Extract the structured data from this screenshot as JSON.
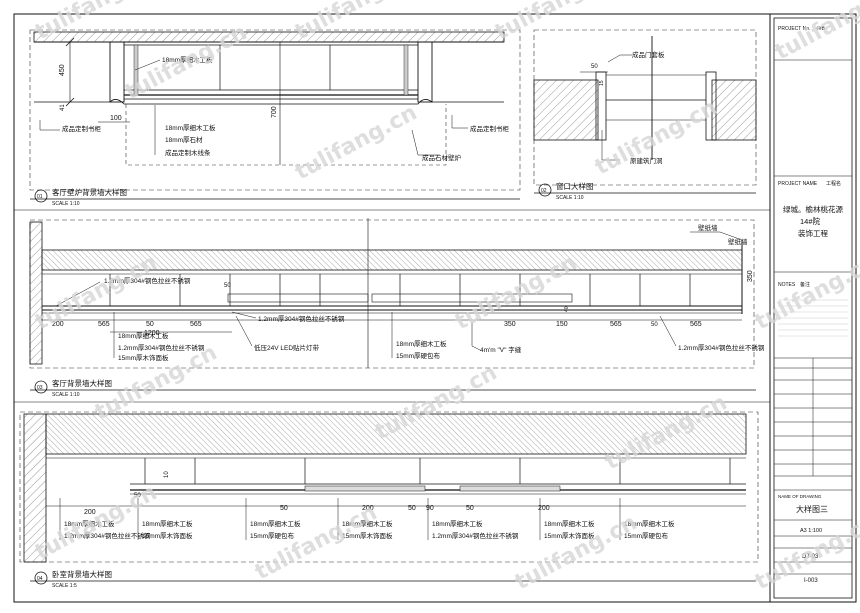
{
  "watermark": "tulifang.cn",
  "sheet": {
    "project_no_label": "PROJECT No.",
    "project_no_value": "4#B",
    "project_name_label": "PROJECT NAME",
    "project_name_value": "工程名",
    "project_title_lines": [
      "绿城。榆林桃花源",
      "14#院",
      "装饰工程"
    ],
    "notes_label": "NOTES",
    "notes_value": "备注",
    "drawing_name_label": "NAME OF DRAWING",
    "drawing_name_value": "大样图三",
    "scale_value": "A3  1:100",
    "drawing_no_value": "DT-03",
    "sheet_no_value": "I-003"
  },
  "details": {
    "fireplace": {
      "title": "客厅壁炉背景墙大样图",
      "number": "01",
      "scale": "SCALE 1:10",
      "labels": {
        "board_top": "18mm厚细木工板",
        "cabinet_left": "成品定制书柜",
        "cabinet_right": "成品定制书柜",
        "board_mid": "18mm厚细木工板",
        "stone": "18mm厚石材",
        "line": "成品定制木线条",
        "stone_fireplace": "成品石材壁炉"
      },
      "dims": {
        "h450": "450",
        "h700": "700",
        "w100": "100",
        "w41": "41"
      }
    },
    "door": {
      "title": "窗口大样图",
      "number": "02",
      "scale": "SCALE 1:10",
      "labels": {
        "door_cover": "成品门套板",
        "raw_opening": "原建筑门洞"
      },
      "dims": {
        "w50": "50",
        "w15": "15"
      }
    },
    "living_wall": {
      "title": "客厅背景墙大样图",
      "number": "03",
      "scale": "SCALE 1:10",
      "labels": {
        "wallpaper": "壁纸墙",
        "wallpaper_right": "壁纸墙",
        "steel_a": "1.2mm厚304#钢色拉丝不锈钢",
        "steel_b": "1.2mm厚304#钢色拉丝不锈钢",
        "steel_c": "1.2mm厚304#钢色拉丝不锈钢",
        "steel_d": "1.2mm厚304#钢色拉丝不锈钢",
        "board": "18mm厚细木工板",
        "veneer": "15mm厚木饰面板",
        "led": "低压24V LED贴片灯带",
        "board_r": "18mm厚细木工板",
        "hard_pack": "15mm厚硬包布",
        "v_slot": "4m'm \"V\" 字缝"
      },
      "dims": {
        "d200": "200",
        "d565a": "565",
        "d50a": "50",
        "d565b": "565",
        "d1200": "1200",
        "d350": "350",
        "d150": "150",
        "d565c": "565",
        "d565d": "565",
        "d50b": "50",
        "d50c": "50",
        "d40": "40",
        "d350v": "350"
      }
    },
    "bedroom_wall": {
      "title": "卧室背景墙大样图",
      "number": "04",
      "scale": "SCALE 1:5",
      "labels": {
        "board1": "18mm厚细木工板",
        "steel1": "1.2mm厚304#钢色拉丝不锈钢",
        "board2": "18mm厚细木工板",
        "veneer2": "15mm厚木饰面板",
        "board3": "18mm厚细木工板",
        "hard3": "15mm厚硬包布",
        "board4": "18mm厚细木工板",
        "veneer4": "15mm厚木饰面板",
        "board5": "18mm厚细木工板",
        "steel5": "1.2mm厚304#钢色拉丝不锈钢",
        "board6": "18mm厚细木工板",
        "veneer6": "15mm厚木饰面板",
        "board7": "18mm厚细木工板",
        "hard7": "15mm厚硬包布"
      },
      "dims": {
        "d200a": "200",
        "d50a": "50",
        "d50b": "50",
        "d200b": "200",
        "d50c": "50",
        "d90": "90",
        "d50d": "50",
        "d200c": "200",
        "d10": "10"
      }
    }
  },
  "colors": {
    "line": "#111111",
    "hatch": "#444444",
    "watermark": "#d6d6d6"
  }
}
